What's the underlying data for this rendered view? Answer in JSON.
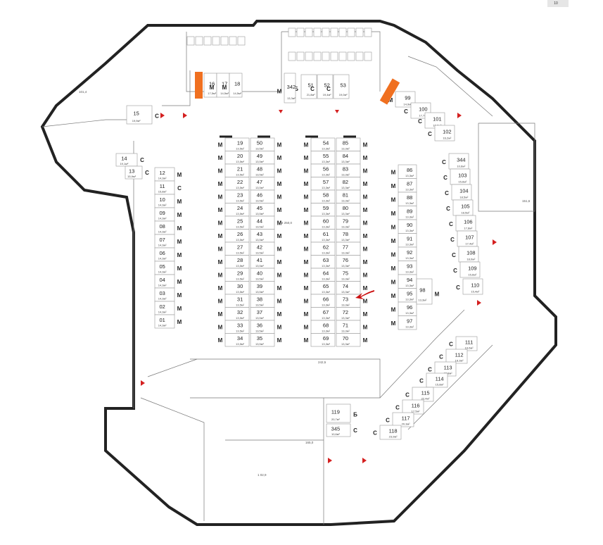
{
  "corner_badge": "10",
  "dimension_labels": {
    "center": "4 250,0",
    "ramp": "242,5",
    "lower_room": "1 02,9",
    "left_big": "101,4",
    "right_big": "151,6",
    "bottom_mid": "165,0"
  },
  "colors": {
    "wall": "#222222",
    "highlight": "#f07020",
    "marker": "#d42020",
    "arrow": "#cc1111"
  },
  "center_blocks": [
    {
      "left": [
        {
          "num": "19",
          "area": "13,5м²",
          "type": "M"
        },
        {
          "num": "20",
          "area": "13,5м²",
          "type": "M"
        },
        {
          "num": "21",
          "area": "13,5м²",
          "type": "M"
        },
        {
          "num": "22",
          "area": "13,5м²",
          "type": "M"
        },
        {
          "num": "23",
          "area": "13,5м²",
          "type": "M"
        },
        {
          "num": "24",
          "area": "13,5м²",
          "type": "M"
        },
        {
          "num": "25",
          "area": "13,5м²",
          "type": "M"
        },
        {
          "num": "26",
          "area": "13,5м²",
          "type": "M"
        },
        {
          "num": "27",
          "area": "13,5м²",
          "type": "M"
        },
        {
          "num": "28",
          "area": "13,5м²",
          "type": "M"
        },
        {
          "num": "29",
          "area": "13,5м²",
          "type": "M"
        },
        {
          "num": "30",
          "area": "13,5м²",
          "type": "M"
        },
        {
          "num": "31",
          "area": "13,5м²",
          "type": "M"
        },
        {
          "num": "32",
          "area": "13,5м²",
          "type": "M"
        },
        {
          "num": "33",
          "area": "13,5м²",
          "type": "M"
        },
        {
          "num": "34",
          "area": "13,5м²",
          "type": "M"
        }
      ],
      "right": [
        {
          "num": "50",
          "area": "13,5м²",
          "type": "M"
        },
        {
          "num": "49",
          "area": "13,5м²",
          "type": "M"
        },
        {
          "num": "48",
          "area": "13,5м²",
          "type": "M"
        },
        {
          "num": "47",
          "area": "13,5м²",
          "type": "M"
        },
        {
          "num": "46",
          "area": "13,5м²",
          "type": "M"
        },
        {
          "num": "45",
          "area": "13,5м²",
          "type": "M"
        },
        {
          "num": "44",
          "area": "13,5м²",
          "type": "M"
        },
        {
          "num": "43",
          "area": "13,5м²",
          "type": "M"
        },
        {
          "num": "42",
          "area": "13,5м²",
          "type": "M"
        },
        {
          "num": "41",
          "area": "13,5м²",
          "type": "M"
        },
        {
          "num": "40",
          "area": "13,5м²",
          "type": "M"
        },
        {
          "num": "39",
          "area": "13,5м²",
          "type": "M"
        },
        {
          "num": "38",
          "area": "13,5м²",
          "type": "M"
        },
        {
          "num": "37",
          "area": "13,5м²",
          "type": "M"
        },
        {
          "num": "36",
          "area": "13,5м²",
          "type": "M"
        },
        {
          "num": "35",
          "area": "13,5м²",
          "type": "M"
        }
      ]
    },
    {
      "left": [
        {
          "num": "54",
          "area": "13,3м²",
          "type": "M"
        },
        {
          "num": "55",
          "area": "13,3м²",
          "type": "M"
        },
        {
          "num": "56",
          "area": "13,3м²",
          "type": "M"
        },
        {
          "num": "57",
          "area": "13,3м²",
          "type": "M"
        },
        {
          "num": "58",
          "area": "13,3м²",
          "type": "M"
        },
        {
          "num": "59",
          "area": "13,3м²",
          "type": "M"
        },
        {
          "num": "60",
          "area": "13,3м²",
          "type": "M"
        },
        {
          "num": "61",
          "area": "13,3м²",
          "type": "M"
        },
        {
          "num": "62",
          "area": "13,3м²",
          "type": "M"
        },
        {
          "num": "63",
          "area": "13,3м²",
          "type": "M"
        },
        {
          "num": "64",
          "area": "13,3м²",
          "type": "M"
        },
        {
          "num": "65",
          "area": "13,3м²",
          "type": "M"
        },
        {
          "num": "66",
          "area": "13,3м²",
          "type": "M"
        },
        {
          "num": "67",
          "area": "13,3м²",
          "type": "M"
        },
        {
          "num": "68",
          "area": "13,3м²",
          "type": "M"
        },
        {
          "num": "69",
          "area": "13,3м²",
          "type": "M"
        }
      ],
      "right": [
        {
          "num": "85",
          "area": "13,3м²",
          "type": "M"
        },
        {
          "num": "84",
          "area": "13,3м²",
          "type": "M"
        },
        {
          "num": "83",
          "area": "13,3м²",
          "type": "M"
        },
        {
          "num": "82",
          "area": "13,3м²",
          "type": "M"
        },
        {
          "num": "81",
          "area": "13,3м²",
          "type": "M"
        },
        {
          "num": "80",
          "area": "13,3м²",
          "type": "M"
        },
        {
          "num": "79",
          "area": "13,3м²",
          "type": "M"
        },
        {
          "num": "78",
          "area": "13,3м²",
          "type": "M"
        },
        {
          "num": "77",
          "area": "13,3м²",
          "type": "M"
        },
        {
          "num": "76",
          "area": "13,3м²",
          "type": "M"
        },
        {
          "num": "75",
          "area": "13,3м²",
          "type": "M"
        },
        {
          "num": "74",
          "area": "13,3м²",
          "type": "M"
        },
        {
          "num": "73",
          "area": "13,3м²",
          "type": "M"
        },
        {
          "num": "72",
          "area": "13,3м²",
          "type": "M"
        },
        {
          "num": "71",
          "area": "13,3м²",
          "type": "M"
        },
        {
          "num": "70",
          "area": "13,3м²",
          "type": "M"
        }
      ]
    }
  ],
  "left_column": [
    {
      "num": "12",
      "area": "14,3м²",
      "type": "M"
    },
    {
      "num": "11",
      "area": "15,8м²",
      "type": "С"
    },
    {
      "num": "10",
      "area": "14,3м²",
      "type": "M"
    },
    {
      "num": "09",
      "area": "14,3м²",
      "type": "M"
    },
    {
      "num": "08",
      "area": "14,3м²",
      "type": "M"
    },
    {
      "num": "07",
      "area": "14,3м²",
      "type": "M"
    },
    {
      "num": "06",
      "area": "14,3м²",
      "type": "M"
    },
    {
      "num": "05",
      "area": "14,3м²",
      "type": "M"
    },
    {
      "num": "04",
      "area": "14,3м²",
      "type": "M"
    },
    {
      "num": "03",
      "area": "14,3м²",
      "type": "M"
    },
    {
      "num": "02",
      "area": "14,3м²",
      "type": "M"
    },
    {
      "num": "01",
      "area": "14,3м²",
      "type": "M"
    }
  ],
  "right_column": [
    {
      "num": "86",
      "area": "13,3м²",
      "type": "M"
    },
    {
      "num": "87",
      "area": "13,3м²",
      "type": "M"
    },
    {
      "num": "88",
      "area": "13,3м²",
      "type": "M"
    },
    {
      "num": "89",
      "area": "13,3м²",
      "type": "M"
    },
    {
      "num": "90",
      "area": "13,3м²",
      "type": "M"
    },
    {
      "num": "91",
      "area": "13,3м²",
      "type": "M"
    },
    {
      "num": "92",
      "area": "13,3м²",
      "type": "M"
    },
    {
      "num": "93",
      "area": "13,3м²",
      "type": "M"
    },
    {
      "num": "94",
      "area": "13,3м²",
      "type": "M"
    },
    {
      "num": "95",
      "area": "13,3м²",
      "type": "M"
    },
    {
      "num": "96",
      "area": "13,3м²",
      "type": "M"
    },
    {
      "num": "97",
      "area": "13,3м²",
      "type": "M"
    }
  ],
  "spot_98": {
    "num": "98",
    "area": "13,3м²",
    "type": "M"
  },
  "top_row": [
    {
      "num": "16",
      "area": "17,5м²",
      "type": "С"
    },
    {
      "num": "17",
      "area": "14,5м²",
      "type": "M"
    },
    {
      "num": "18",
      "area": "14,5м²",
      "type": "M"
    }
  ],
  "top_boxes": [
    {
      "num": "51",
      "area": "21,8м²",
      "type": "Б"
    },
    {
      "num": "52",
      "area": "19,4м²",
      "type": "С"
    },
    {
      "num": "53",
      "area": "19,0м²",
      "type": "С"
    }
  ],
  "spot_342": {
    "num": "342",
    "area": "13,3м²",
    "type": "M"
  },
  "left_side": [
    {
      "num": "15",
      "area": "19,9м²",
      "type": "С"
    },
    {
      "num": "14",
      "area": "19,1м²",
      "type": "С"
    },
    {
      "num": "13",
      "area": "15,9м²",
      "type": "С"
    }
  ],
  "right_arc": [
    {
      "num": "99",
      "area": "14,9м²",
      "type": "M"
    },
    {
      "num": "100",
      "area": "17,7м²",
      "type": "С"
    },
    {
      "num": "101",
      "area": "16,6м²",
      "type": "С"
    },
    {
      "num": "102",
      "area": "16,2м²",
      "type": "С"
    },
    {
      "num": "344",
      "area": "10,6м²",
      "type": "С"
    },
    {
      "num": "103",
      "area": "15,6м²",
      "type": "С"
    },
    {
      "num": "104",
      "area": "18,5м²",
      "type": "С"
    },
    {
      "num": "105",
      "area": "18,5м²",
      "type": "С"
    },
    {
      "num": "106",
      "area": "17,8м²",
      "type": "С"
    },
    {
      "num": "107",
      "area": "17,4м²",
      "type": "С"
    },
    {
      "num": "108",
      "area": "18,0м²",
      "type": "С"
    },
    {
      "num": "109",
      "area": "15,6м²",
      "type": "С"
    },
    {
      "num": "110",
      "area": "15,4м²",
      "type": "С"
    }
  ],
  "lower_right": [
    {
      "num": "111",
      "area": "19,6м²",
      "type": "С"
    },
    {
      "num": "112",
      "area": "18,3м²",
      "type": "С"
    },
    {
      "num": "113",
      "area": "15,8м²",
      "type": "С"
    },
    {
      "num": "114",
      "area": "15,8м²",
      "type": "С"
    },
    {
      "num": "115",
      "area": "22,4м²",
      "type": "С"
    },
    {
      "num": "116",
      "area": "17,5м²",
      "type": "С"
    },
    {
      "num": "117",
      "area": "20,3м²",
      "type": "С"
    },
    {
      "num": "118",
      "area": "23,9м²",
      "type": "С"
    }
  ],
  "bottom_mid": [
    {
      "num": "119",
      "area": "20,7м²",
      "type": "Б"
    },
    {
      "num": "345",
      "area": "10,6м²",
      "type": "С"
    }
  ],
  "highlighted": [
    {
      "num": "16",
      "note": "left-top"
    },
    {
      "num": "99",
      "note": "right-top"
    }
  ]
}
